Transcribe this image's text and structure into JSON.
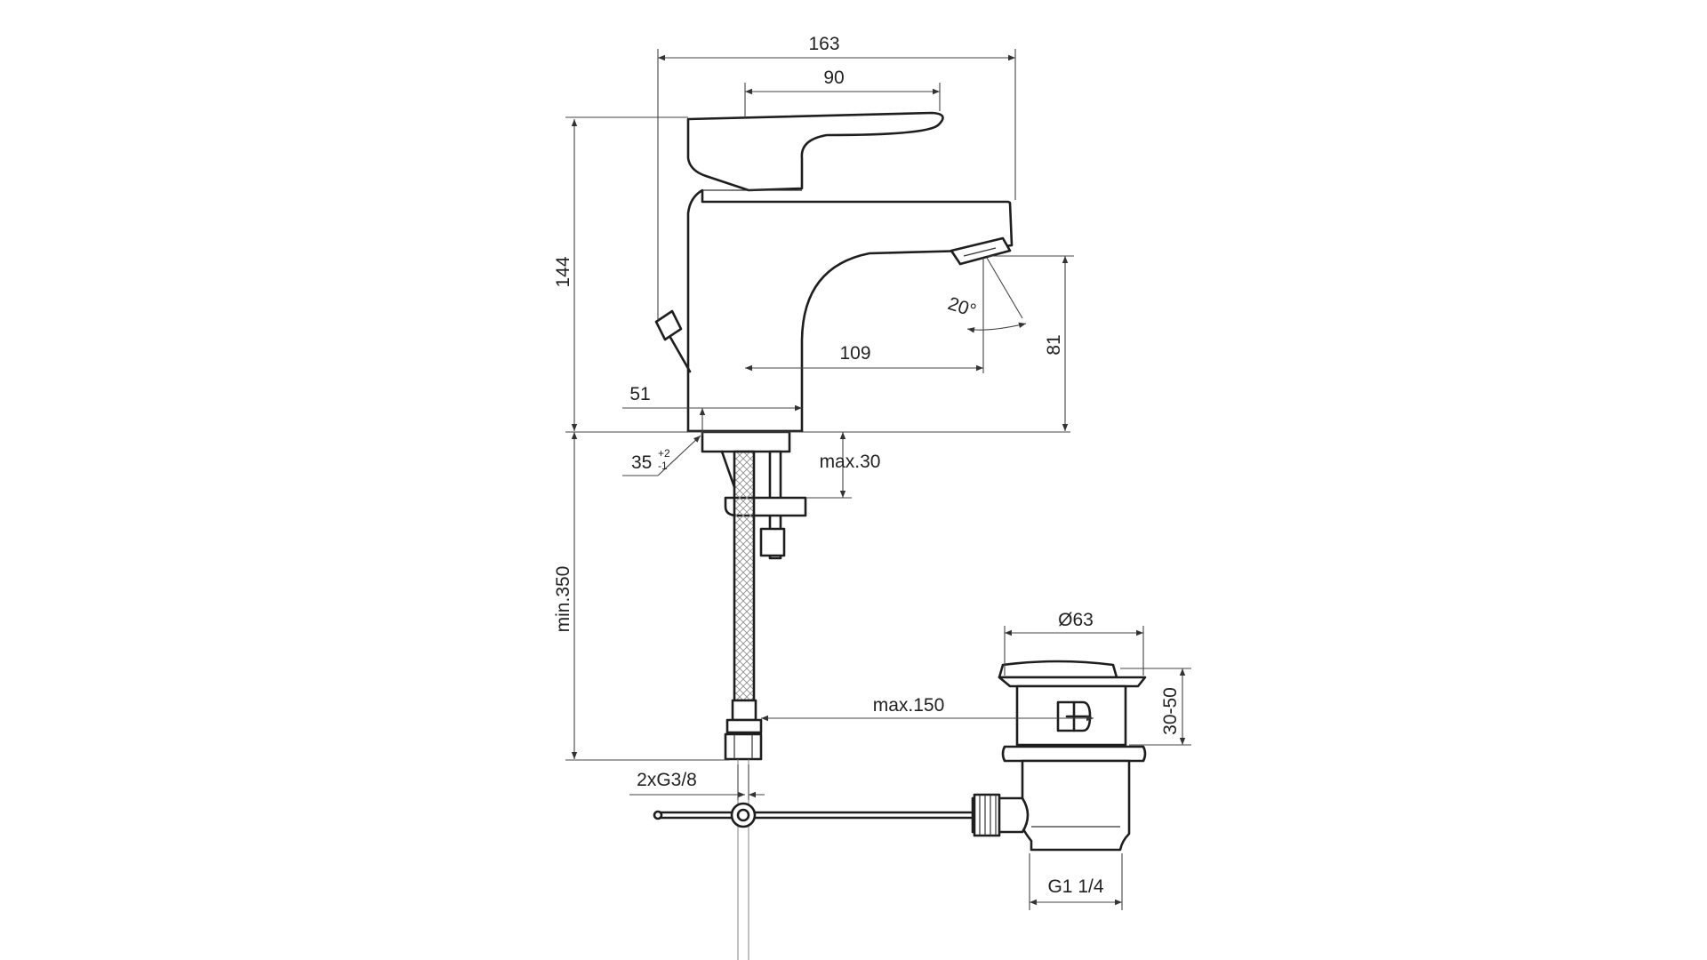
{
  "drawing": {
    "dimensions": {
      "overall_width": "163",
      "lever_length": "90",
      "overall_height": "144",
      "spray_angle": "20°",
      "spout_reach": "109",
      "spout_height": "81",
      "base_diameter": "51",
      "hole_diameter": "35",
      "hole_tol_plus": "+2",
      "hole_tol_minus": "-1",
      "deck_thickness": "max.30",
      "hose_length": "min.350",
      "rod_distance": "max.150",
      "waste_flange": "Ø63",
      "waste_height": "30-50",
      "connection_thread": "2xG3/8",
      "waste_thread": "G1 1/4"
    },
    "colors": {
      "line": "#1e1e1e",
      "dimension": "#444444",
      "text": "#222222",
      "background": "#ffffff"
    }
  }
}
